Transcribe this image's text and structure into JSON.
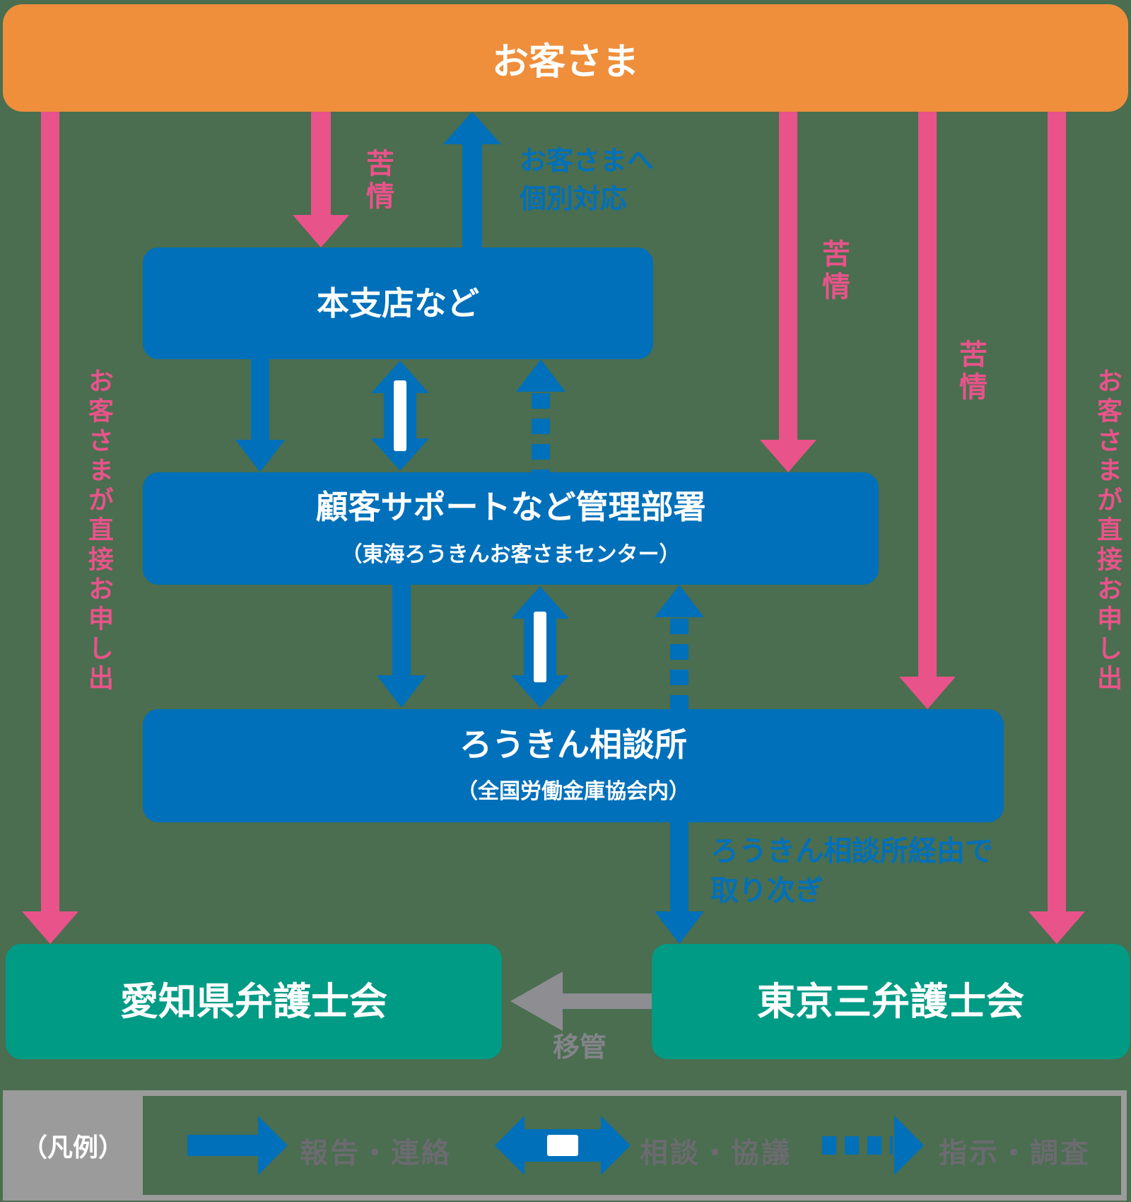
{
  "colors": {
    "background": "#4a6e4f",
    "orange": "#ef8f3b",
    "blue": "#0070ba",
    "pink": "#e8538a",
    "teal": "#009b85",
    "gray": "#8d8d92"
  },
  "banner": {
    "label": "お客さま"
  },
  "boxes": {
    "branch": {
      "title": "本支店など"
    },
    "support": {
      "title": "顧客サポートなど管理部署",
      "subtitle": "（東海ろうきんお客さまセンター）"
    },
    "rokin_office": {
      "title": "ろうきん相談所",
      "subtitle": "（全国労働金庫協会内）"
    },
    "aichi_bar": {
      "title": "愛知県弁護士会"
    },
    "tokyo_bar": {
      "title": "東京三弁護士会"
    }
  },
  "flow_labels": {
    "complaint_to_branch": "苦情",
    "complaint_to_support": "苦情",
    "complaint_to_rokin": "苦情",
    "individual_response_line1": "お客さまへ",
    "individual_response_line2": "個別対応",
    "direct_request_left": "お客さまが直接お申し出",
    "direct_request_right": "お客さまが直接お申し出",
    "via_rokin_line1": "ろうきん相談所経由で",
    "via_rokin_line2": "取り次ぎ",
    "transfer": "移管"
  },
  "legend": {
    "title": "（凡例）",
    "items": [
      {
        "type": "solid-arrow",
        "label": "報告・連絡"
      },
      {
        "type": "double-arrow",
        "label": "相談・協議"
      },
      {
        "type": "dashed-arrow",
        "label": "指示・調査"
      }
    ]
  }
}
